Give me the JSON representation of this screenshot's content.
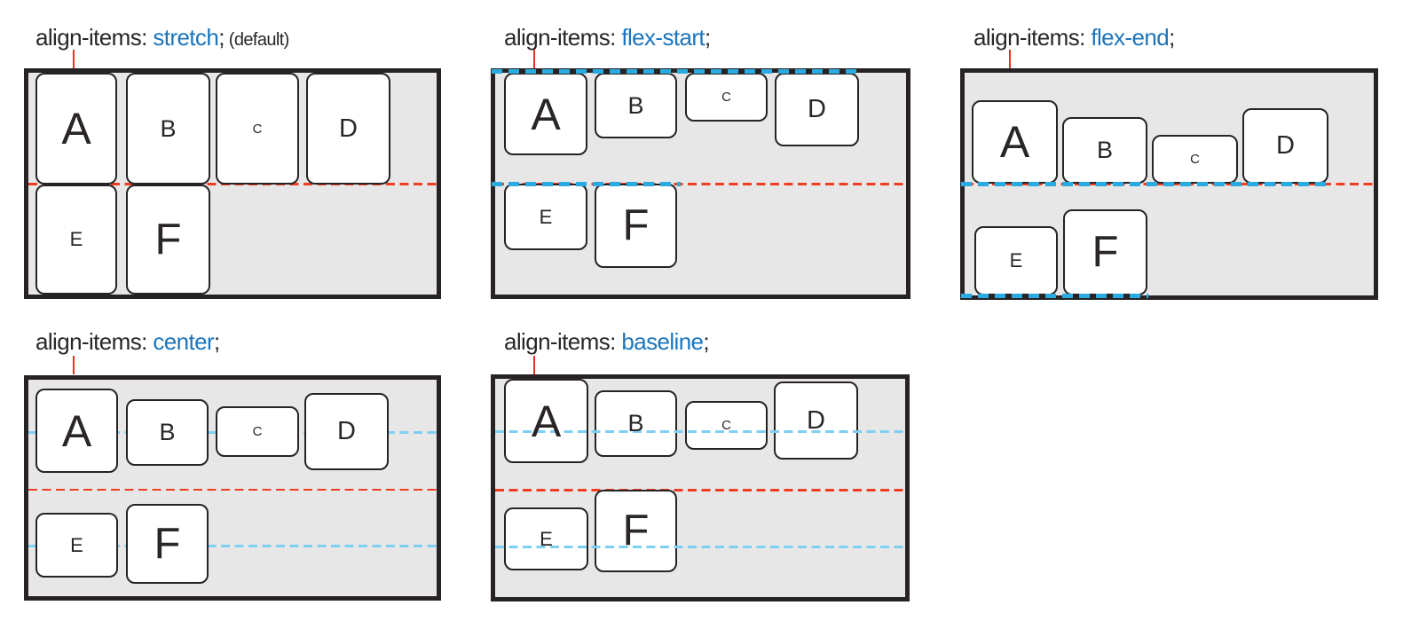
{
  "colors": {
    "container_background": "#e8e7e7",
    "container_border": "#272324",
    "item_background": "#ffffff",
    "title_text": "#2a2627",
    "title_value_blue": "#1b75bc",
    "cross_axis_red": "#ee3d23",
    "alignment_blue_thick": "#29abe2",
    "alignment_blue_thin": "#7ed0f2"
  },
  "panels": [
    {
      "id": "stretch",
      "property": "align-items: ",
      "value": "stretch",
      "semicolon": ";",
      "suffix": " (default)",
      "items": [
        {
          "letter": "A"
        },
        {
          "letter": "B"
        },
        {
          "letter": "C"
        },
        {
          "letter": "D"
        },
        {
          "letter": "E"
        },
        {
          "letter": "F"
        }
      ]
    },
    {
      "id": "flex-start",
      "property": "align-items: ",
      "value": "flex-start",
      "semicolon": ";",
      "suffix": "",
      "items": [
        {
          "letter": "A"
        },
        {
          "letter": "B"
        },
        {
          "letter": "C"
        },
        {
          "letter": "D"
        },
        {
          "letter": "E"
        },
        {
          "letter": "F"
        }
      ]
    },
    {
      "id": "flex-end",
      "property": "align-items: ",
      "value": "flex-end",
      "semicolon": ";",
      "suffix": "",
      "items": [
        {
          "letter": "A"
        },
        {
          "letter": "B"
        },
        {
          "letter": "C"
        },
        {
          "letter": "D"
        },
        {
          "letter": "E"
        },
        {
          "letter": "F"
        }
      ]
    },
    {
      "id": "center",
      "property": "align-items: ",
      "value": "center",
      "semicolon": ";",
      "suffix": "",
      "items": [
        {
          "letter": "A"
        },
        {
          "letter": "B"
        },
        {
          "letter": "C"
        },
        {
          "letter": "D"
        },
        {
          "letter": "E"
        },
        {
          "letter": "F"
        }
      ]
    },
    {
      "id": "baseline",
      "property": "align-items: ",
      "value": "baseline",
      "semicolon": ";",
      "suffix": "",
      "items": [
        {
          "letter": "A"
        },
        {
          "letter": "B"
        },
        {
          "letter": "C"
        },
        {
          "letter": "D"
        },
        {
          "letter": "E"
        },
        {
          "letter": "F"
        }
      ]
    }
  ]
}
